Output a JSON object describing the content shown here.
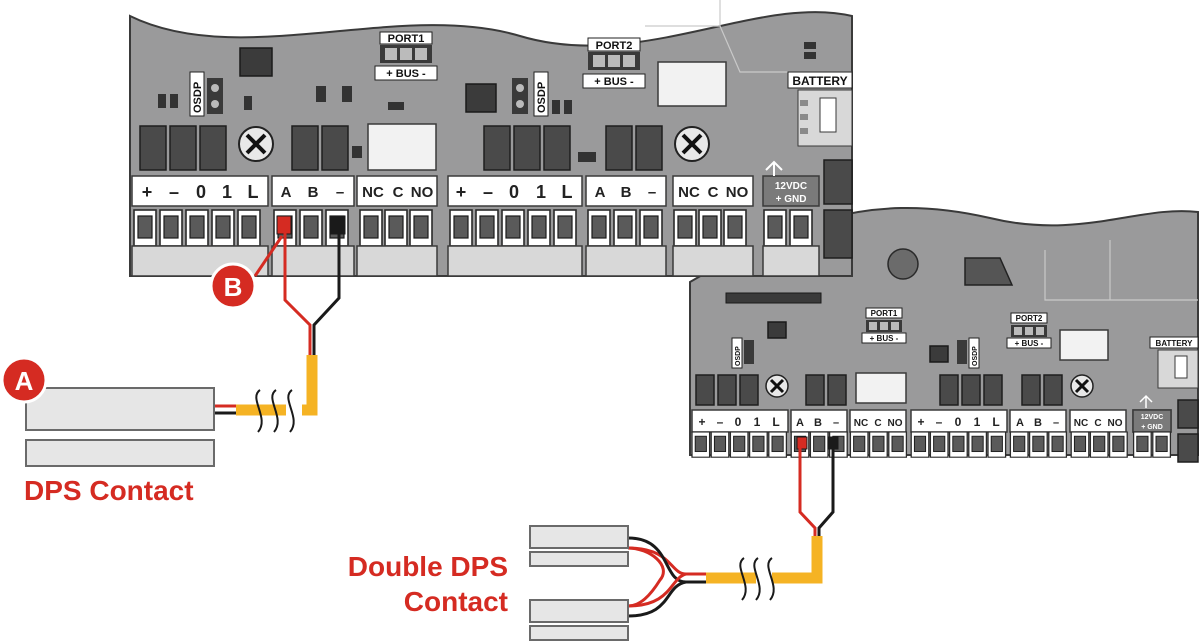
{
  "labels": {
    "port1": "PORT1",
    "port2": "PORT2",
    "bus": "+ BUS -",
    "osdp": "OSDP",
    "battery": "BATTERY",
    "power_top": "12VDC",
    "power_bottom": "+  GND"
  },
  "terminal_labels": {
    "reader": [
      "+",
      "–",
      "0",
      "1",
      "L"
    ],
    "bus": [
      "A",
      "B",
      "–"
    ],
    "relay": [
      "NC",
      "C",
      "NO"
    ]
  },
  "callouts": {
    "a": "A",
    "b": "B",
    "dps_contact": "DPS Contact",
    "double_dps_line1": "Double DPS",
    "double_dps_line2": "Contact"
  },
  "colors": {
    "pcb": "#9a9a9b",
    "accent_red": "#d52b22",
    "cable_yellow": "#f5b324",
    "wire_black": "#1a1a1a"
  },
  "icons": {
    "power_warning": "high-voltage-icon",
    "mount_hole": "screw-x-icon"
  }
}
